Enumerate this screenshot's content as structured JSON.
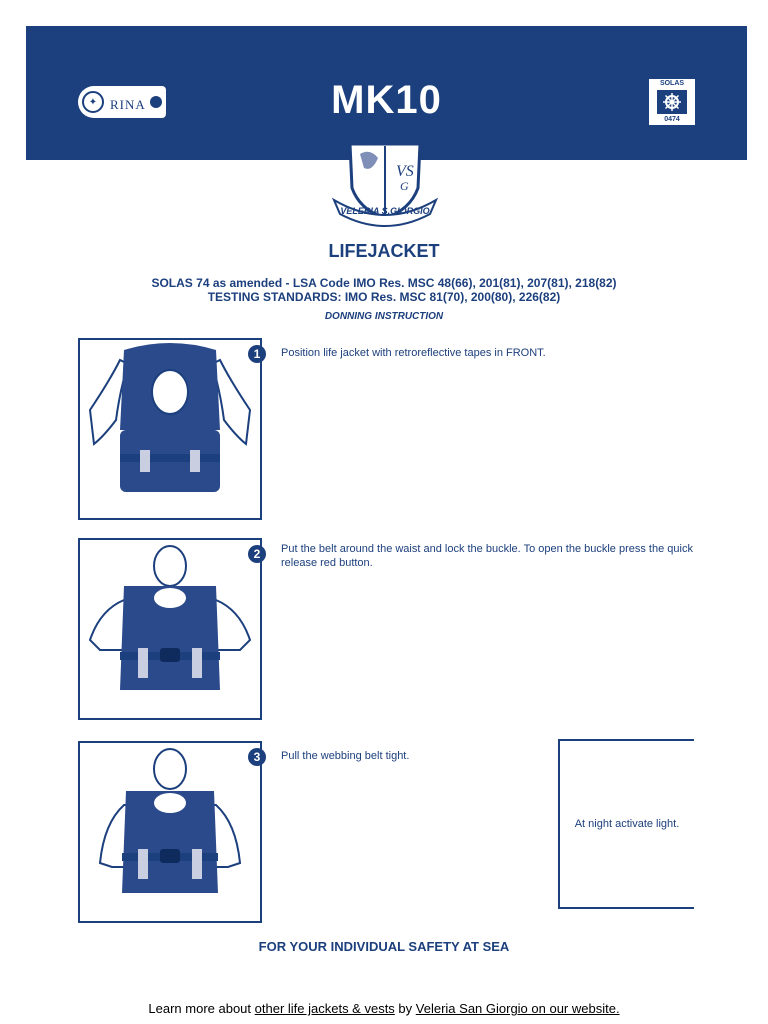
{
  "header": {
    "title": "MK10",
    "rina_logo_text": "RINA",
    "solas_badge_top": "SOLAS",
    "solas_badge_bottom": "0474"
  },
  "crest": {
    "text": "VELERIA S.GIORGIO"
  },
  "document": {
    "heading": "LIFEJACKET",
    "standard_line1": "SOLAS 74 as amended - LSA Code IMO Res. MSC 48(66), 201(81), 207(81), 218(82)",
    "standard_line2": "TESTING STANDARDS: IMO Res. MSC 81(70), 200(80), 226(82)",
    "section_title": "DONNING INSTRUCTION",
    "steps": [
      {
        "number": "1",
        "text": "Position life jacket with retroreflective tapes in FRONT."
      },
      {
        "number": "2",
        "text": "Put the belt around the waist and lock the buckle. To open the buckle press the quick release red button."
      },
      {
        "number": "3",
        "text": "Pull the webbing belt tight."
      }
    ],
    "night_note": "At night activate light.",
    "safety_slogan": "FOR YOUR INDIVIDUAL SAFETY AT SEA"
  },
  "footer": {
    "prefix": "Learn more about ",
    "link1": "other life jackets & vests",
    "middle": " by ",
    "link2": "Veleria San Giorgio on our website."
  },
  "colors": {
    "brand_blue": "#1c3f7d",
    "background": "#ffffff"
  }
}
